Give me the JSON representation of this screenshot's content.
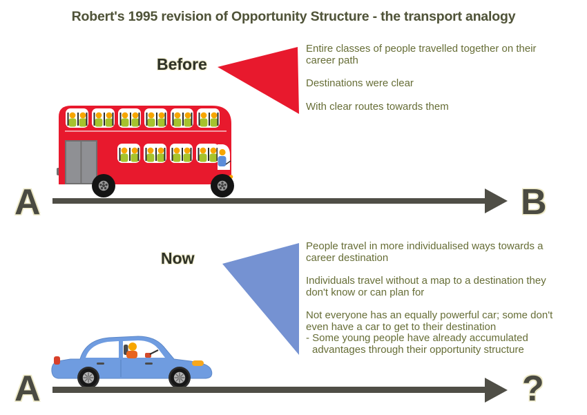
{
  "title": "Robert's 1995 revision of Opportunity Structure - the transport analogy",
  "before": {
    "label": "Before",
    "vehicle": "red-double-decker-bus",
    "points": [
      "Entire classes of people travelled together on their career path",
      "Destinations were clear",
      "With clear routes towards them"
    ],
    "route": {
      "start": "A",
      "end": "B"
    }
  },
  "now": {
    "label": "Now",
    "vehicle": "blue-car",
    "points": [
      "People travel in more individualised ways towards a career destination",
      "Individuals travel without a map to a destination they don't know or can plan for",
      "Not everyone has an equally powerful car; some don't even have a car to get to their destination"
    ],
    "sub_point": "- Some young people have already accumulated advantages through their opportunity structure",
    "route": {
      "start": "A",
      "end": "?"
    }
  },
  "colors": {
    "callout_red": "#e8192d",
    "callout_blue": "#7592d2",
    "bus_red": "#e8192d",
    "car_blue": "#6f9ce0",
    "arrow_gray": "#4f4e46",
    "note_text_olive": "#666d36",
    "title_olive": "#4f533a",
    "label_dark": "#2e3126"
  }
}
